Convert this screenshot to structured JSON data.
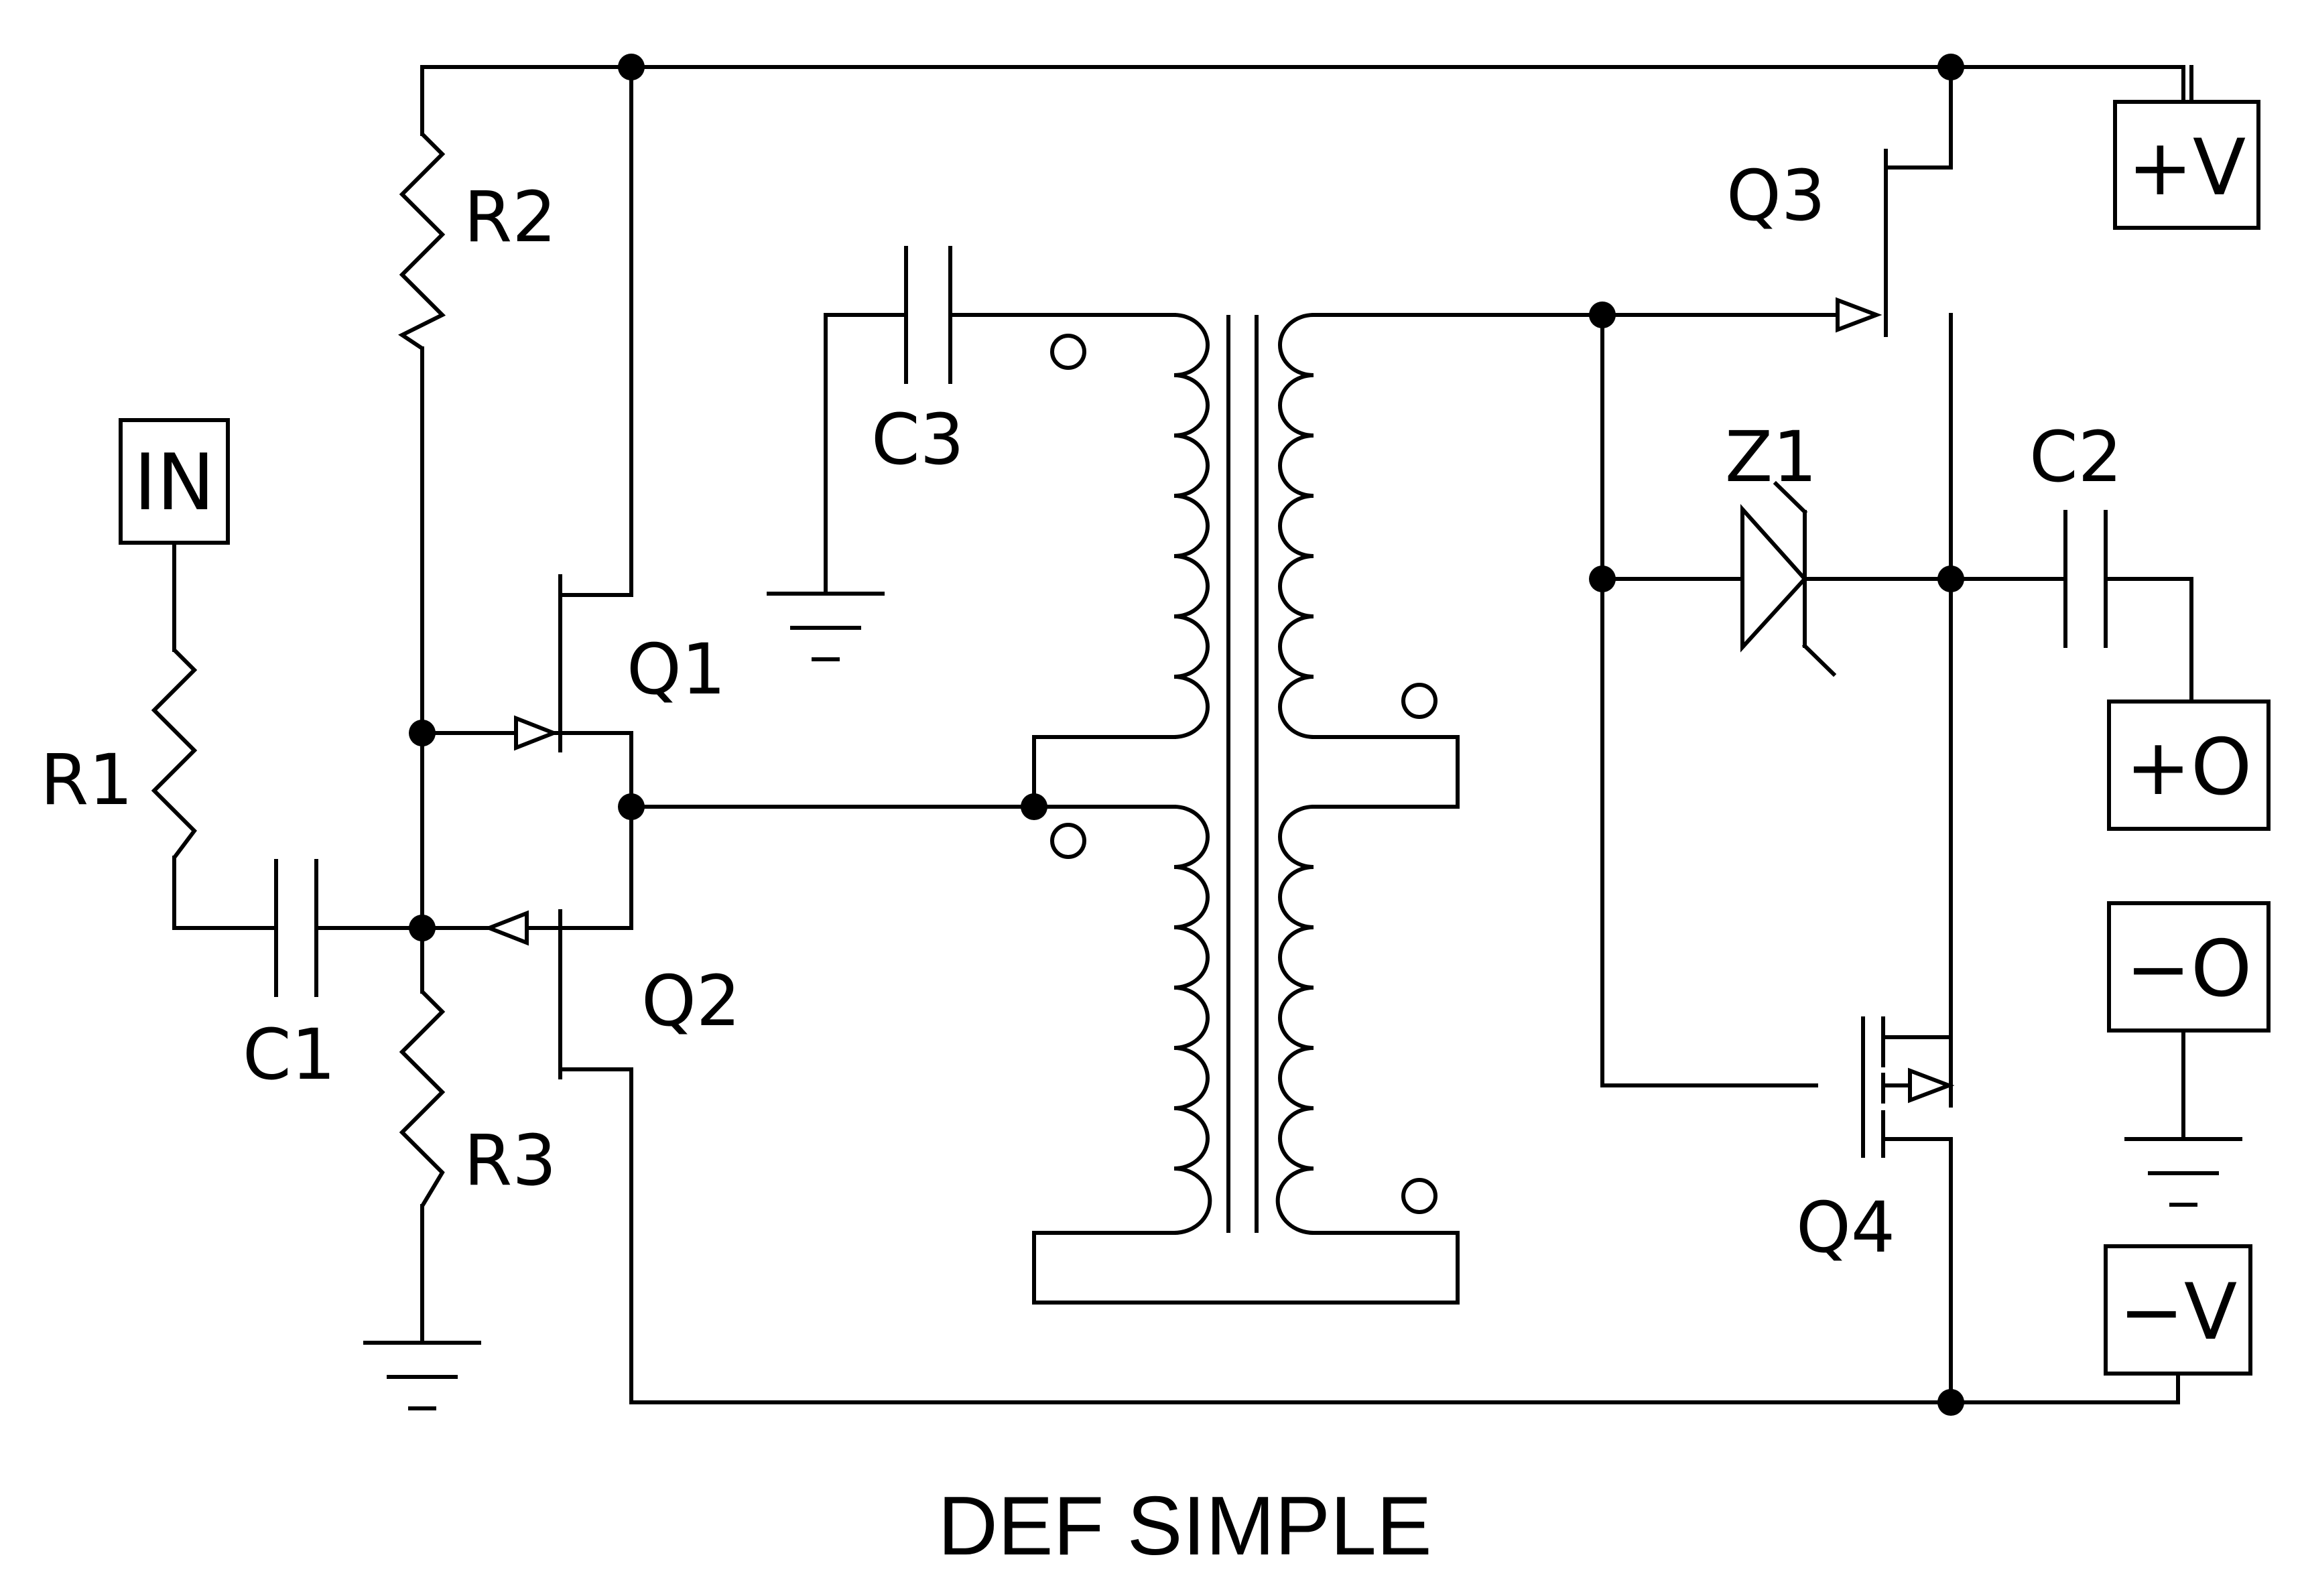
{
  "title": "DEF SIMPLE",
  "components": {
    "r1": "R1",
    "r2": "R2",
    "r3": "R3",
    "c1": "C1",
    "c2": "C2",
    "c3": "C3",
    "q1": "Q1",
    "q2": "Q2",
    "q3": "Q3",
    "q4": "Q4",
    "z1": "Z1"
  },
  "terminals": {
    "input": "IN",
    "pos_supply": "+V",
    "neg_supply": "−V",
    "pos_out": "+O",
    "neg_out": "−O"
  },
  "colors": {
    "ink": "#000000",
    "paper": "#ffffff"
  }
}
